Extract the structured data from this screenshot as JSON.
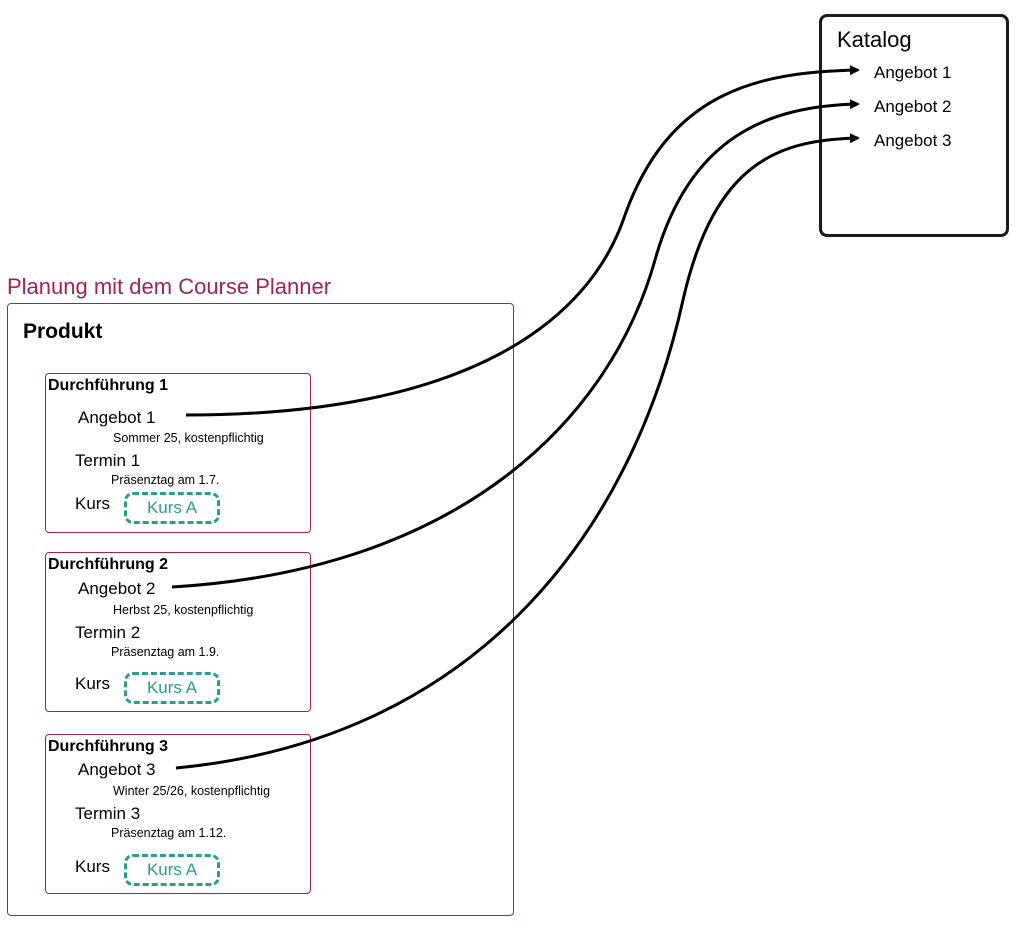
{
  "catalog": {
    "title": "Katalog",
    "items": [
      "Angebot 1",
      "Angebot 2",
      "Angebot 3"
    ]
  },
  "planner": {
    "title": "Planung mit dem Course Planner",
    "product_title": "Produkt",
    "runs": [
      {
        "title": "Durchführung 1",
        "offer_label": "Angebot 1",
        "offer_detail": "Sommer 25, kostenpflichtig",
        "date_label": "Termin 1",
        "date_detail": "Präsenztag am 1.7.",
        "course_label": "Kurs",
        "course_name": "Kurs A"
      },
      {
        "title": "Durchführung 2",
        "offer_label": "Angebot 2",
        "offer_detail": "Herbst 25, kostenpflichtig",
        "date_label": "Termin 2",
        "date_detail": "Präsenztag am 1.9.",
        "course_label": "Kurs",
        "course_name": "Kurs A"
      },
      {
        "title": "Durchführung 3",
        "offer_label": "Angebot 3",
        "offer_detail": "Winter 25/26, kostenpflichtig",
        "date_label": "Termin 3",
        "date_detail": "Präsenztag am 1.12.",
        "course_label": "Kurs",
        "course_name": "Kurs A"
      }
    ]
  },
  "colors": {
    "planner_accent": "#a3234f",
    "course_accent": "#2a9d8f",
    "connector": "#000000"
  }
}
